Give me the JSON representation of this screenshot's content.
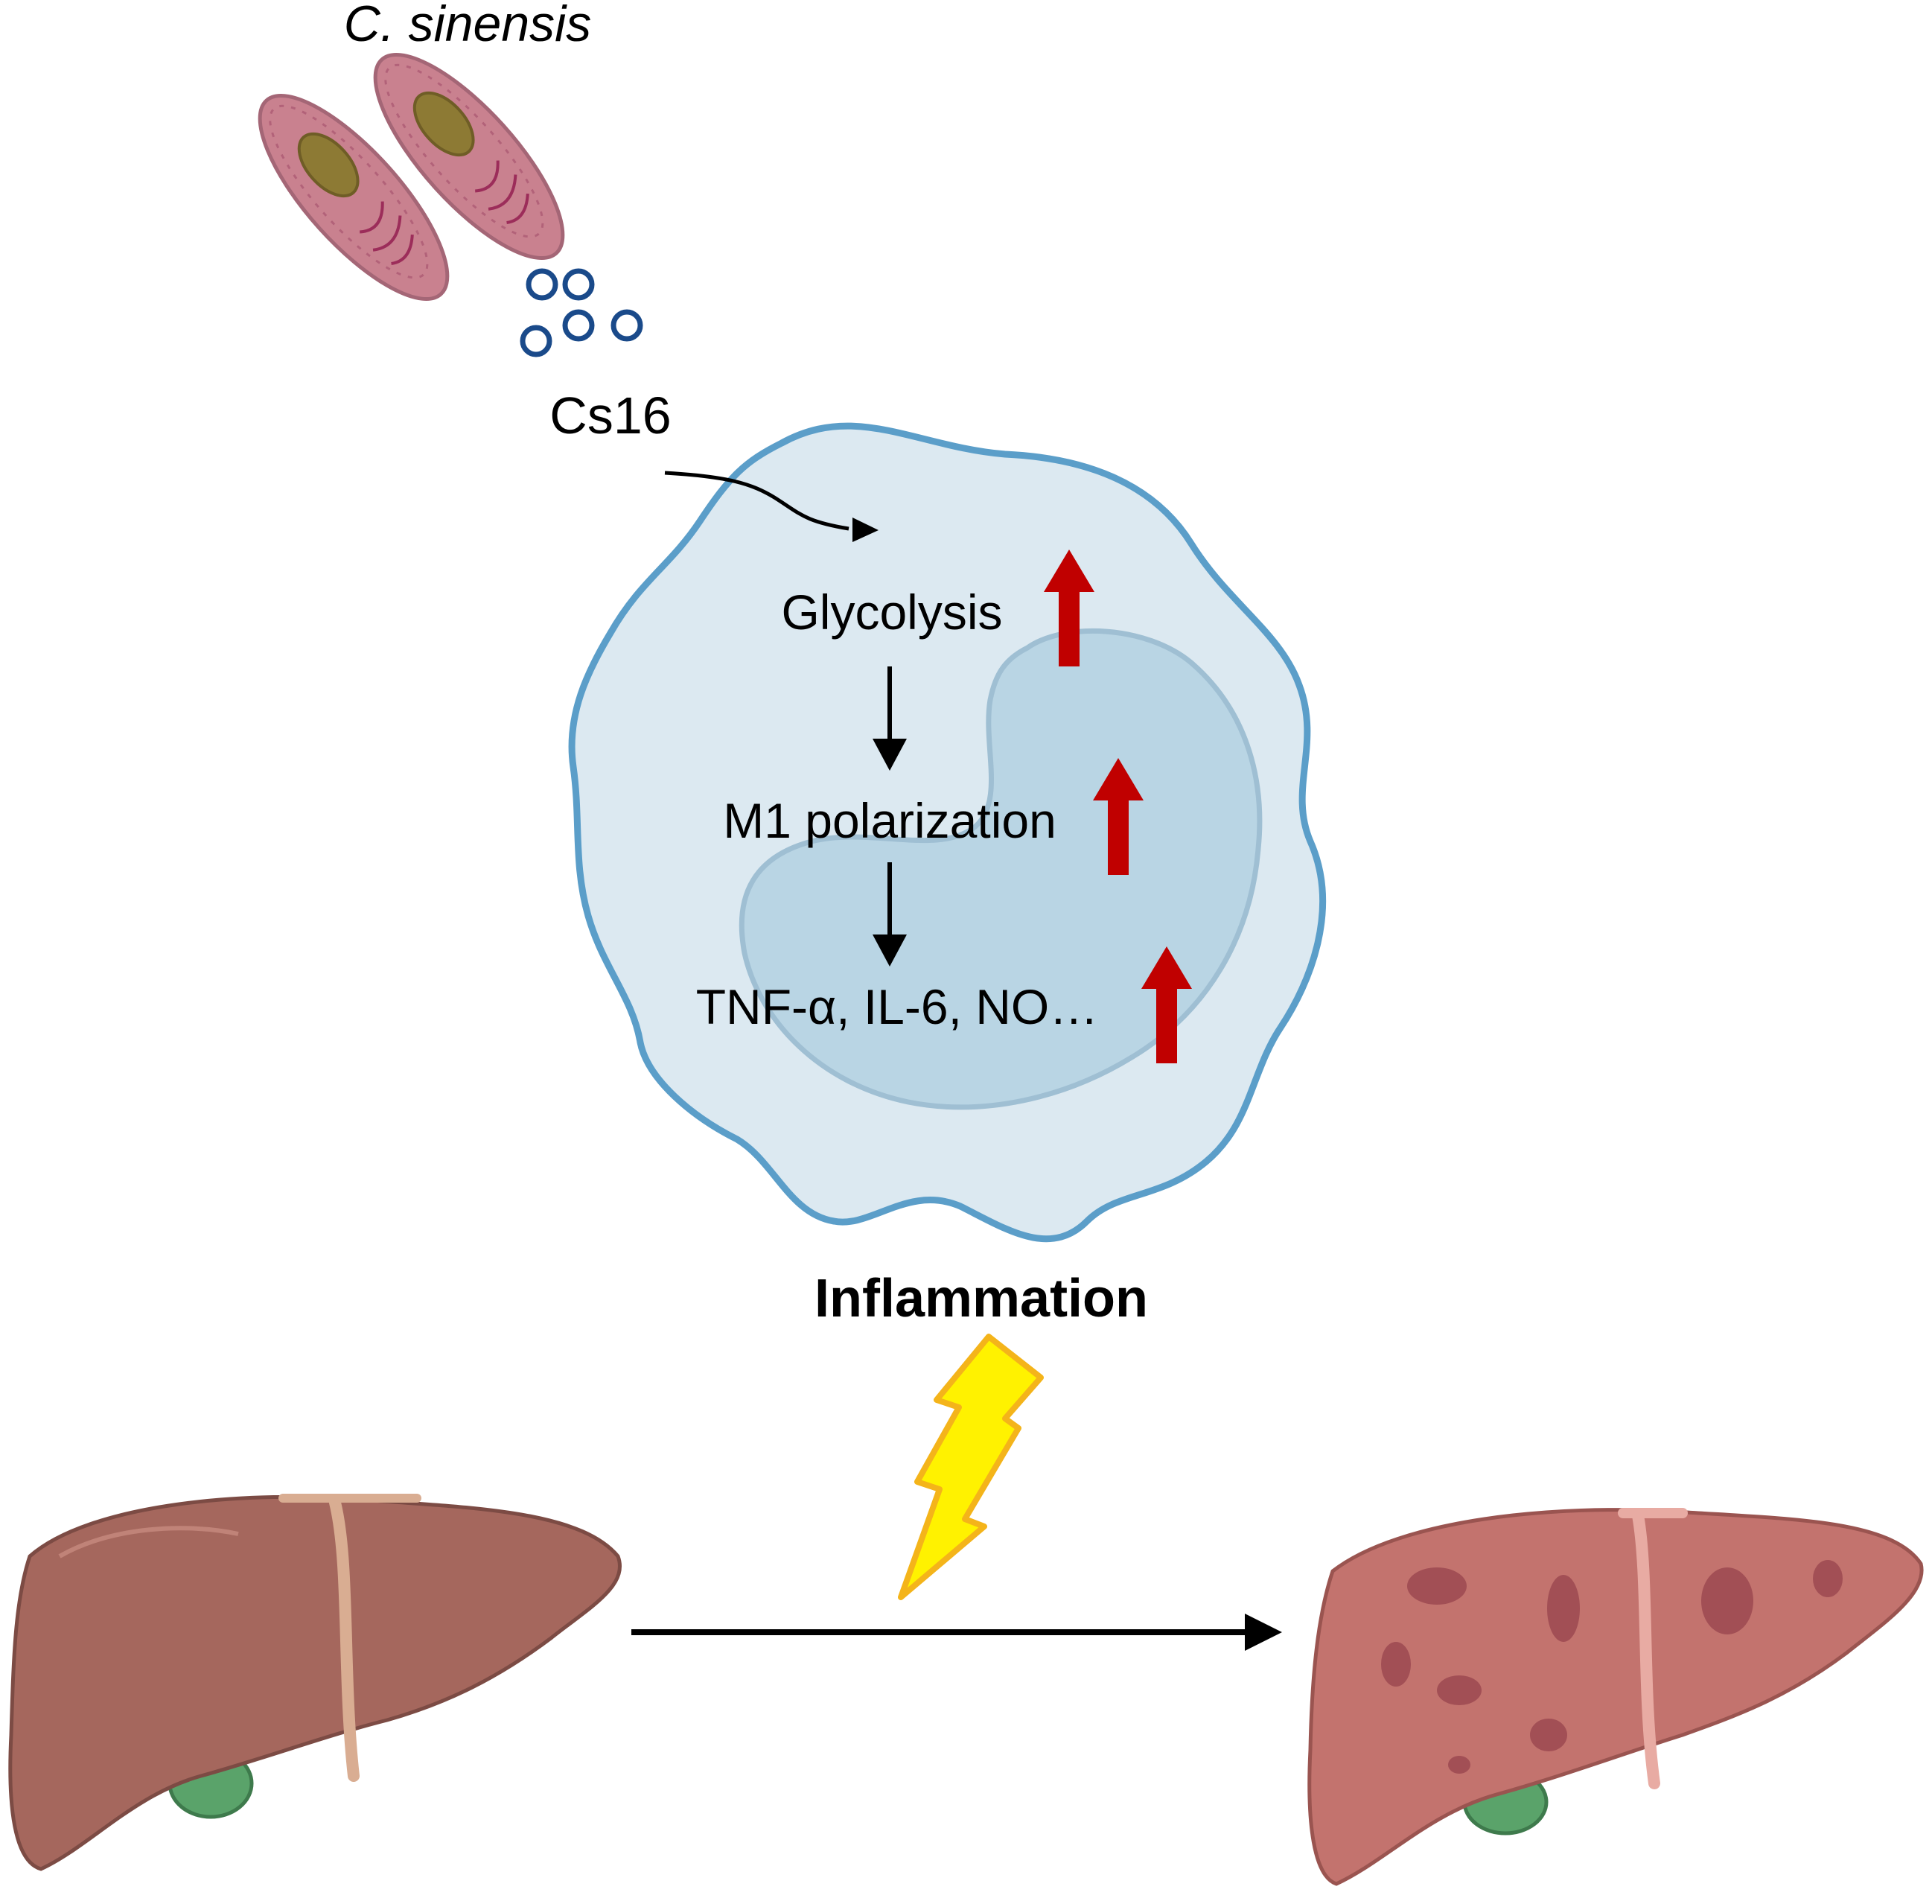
{
  "labels": {
    "organism": "C. sinensis",
    "molecule": "Cs16",
    "step1": "Glycolysis",
    "step2": "M1 polarization",
    "step3": "TNF-α, IL-6, NO…",
    "outcome": "Inflammation"
  },
  "colors": {
    "cell_fill": "#dce9f1",
    "cell_outline": "#5b9ec9",
    "nucleus_fill": "#b9d5e4",
    "nucleus_outline": "#9fbfd3",
    "up_arrow": "#c00000",
    "vesicle": "#1a4a8a",
    "lightning_fill": "#fff200",
    "lightning_stroke": "#f4b41a",
    "liver_healthy": "#a5675d",
    "liver_damaged": "#c3736e",
    "gallbladder": "#5aa36a"
  },
  "icons": [
    "worm-icon",
    "vesicle-icon",
    "macrophage-icon",
    "up-arrow-icon",
    "lightning-icon",
    "healthy-liver-icon",
    "damaged-liver-icon"
  ]
}
